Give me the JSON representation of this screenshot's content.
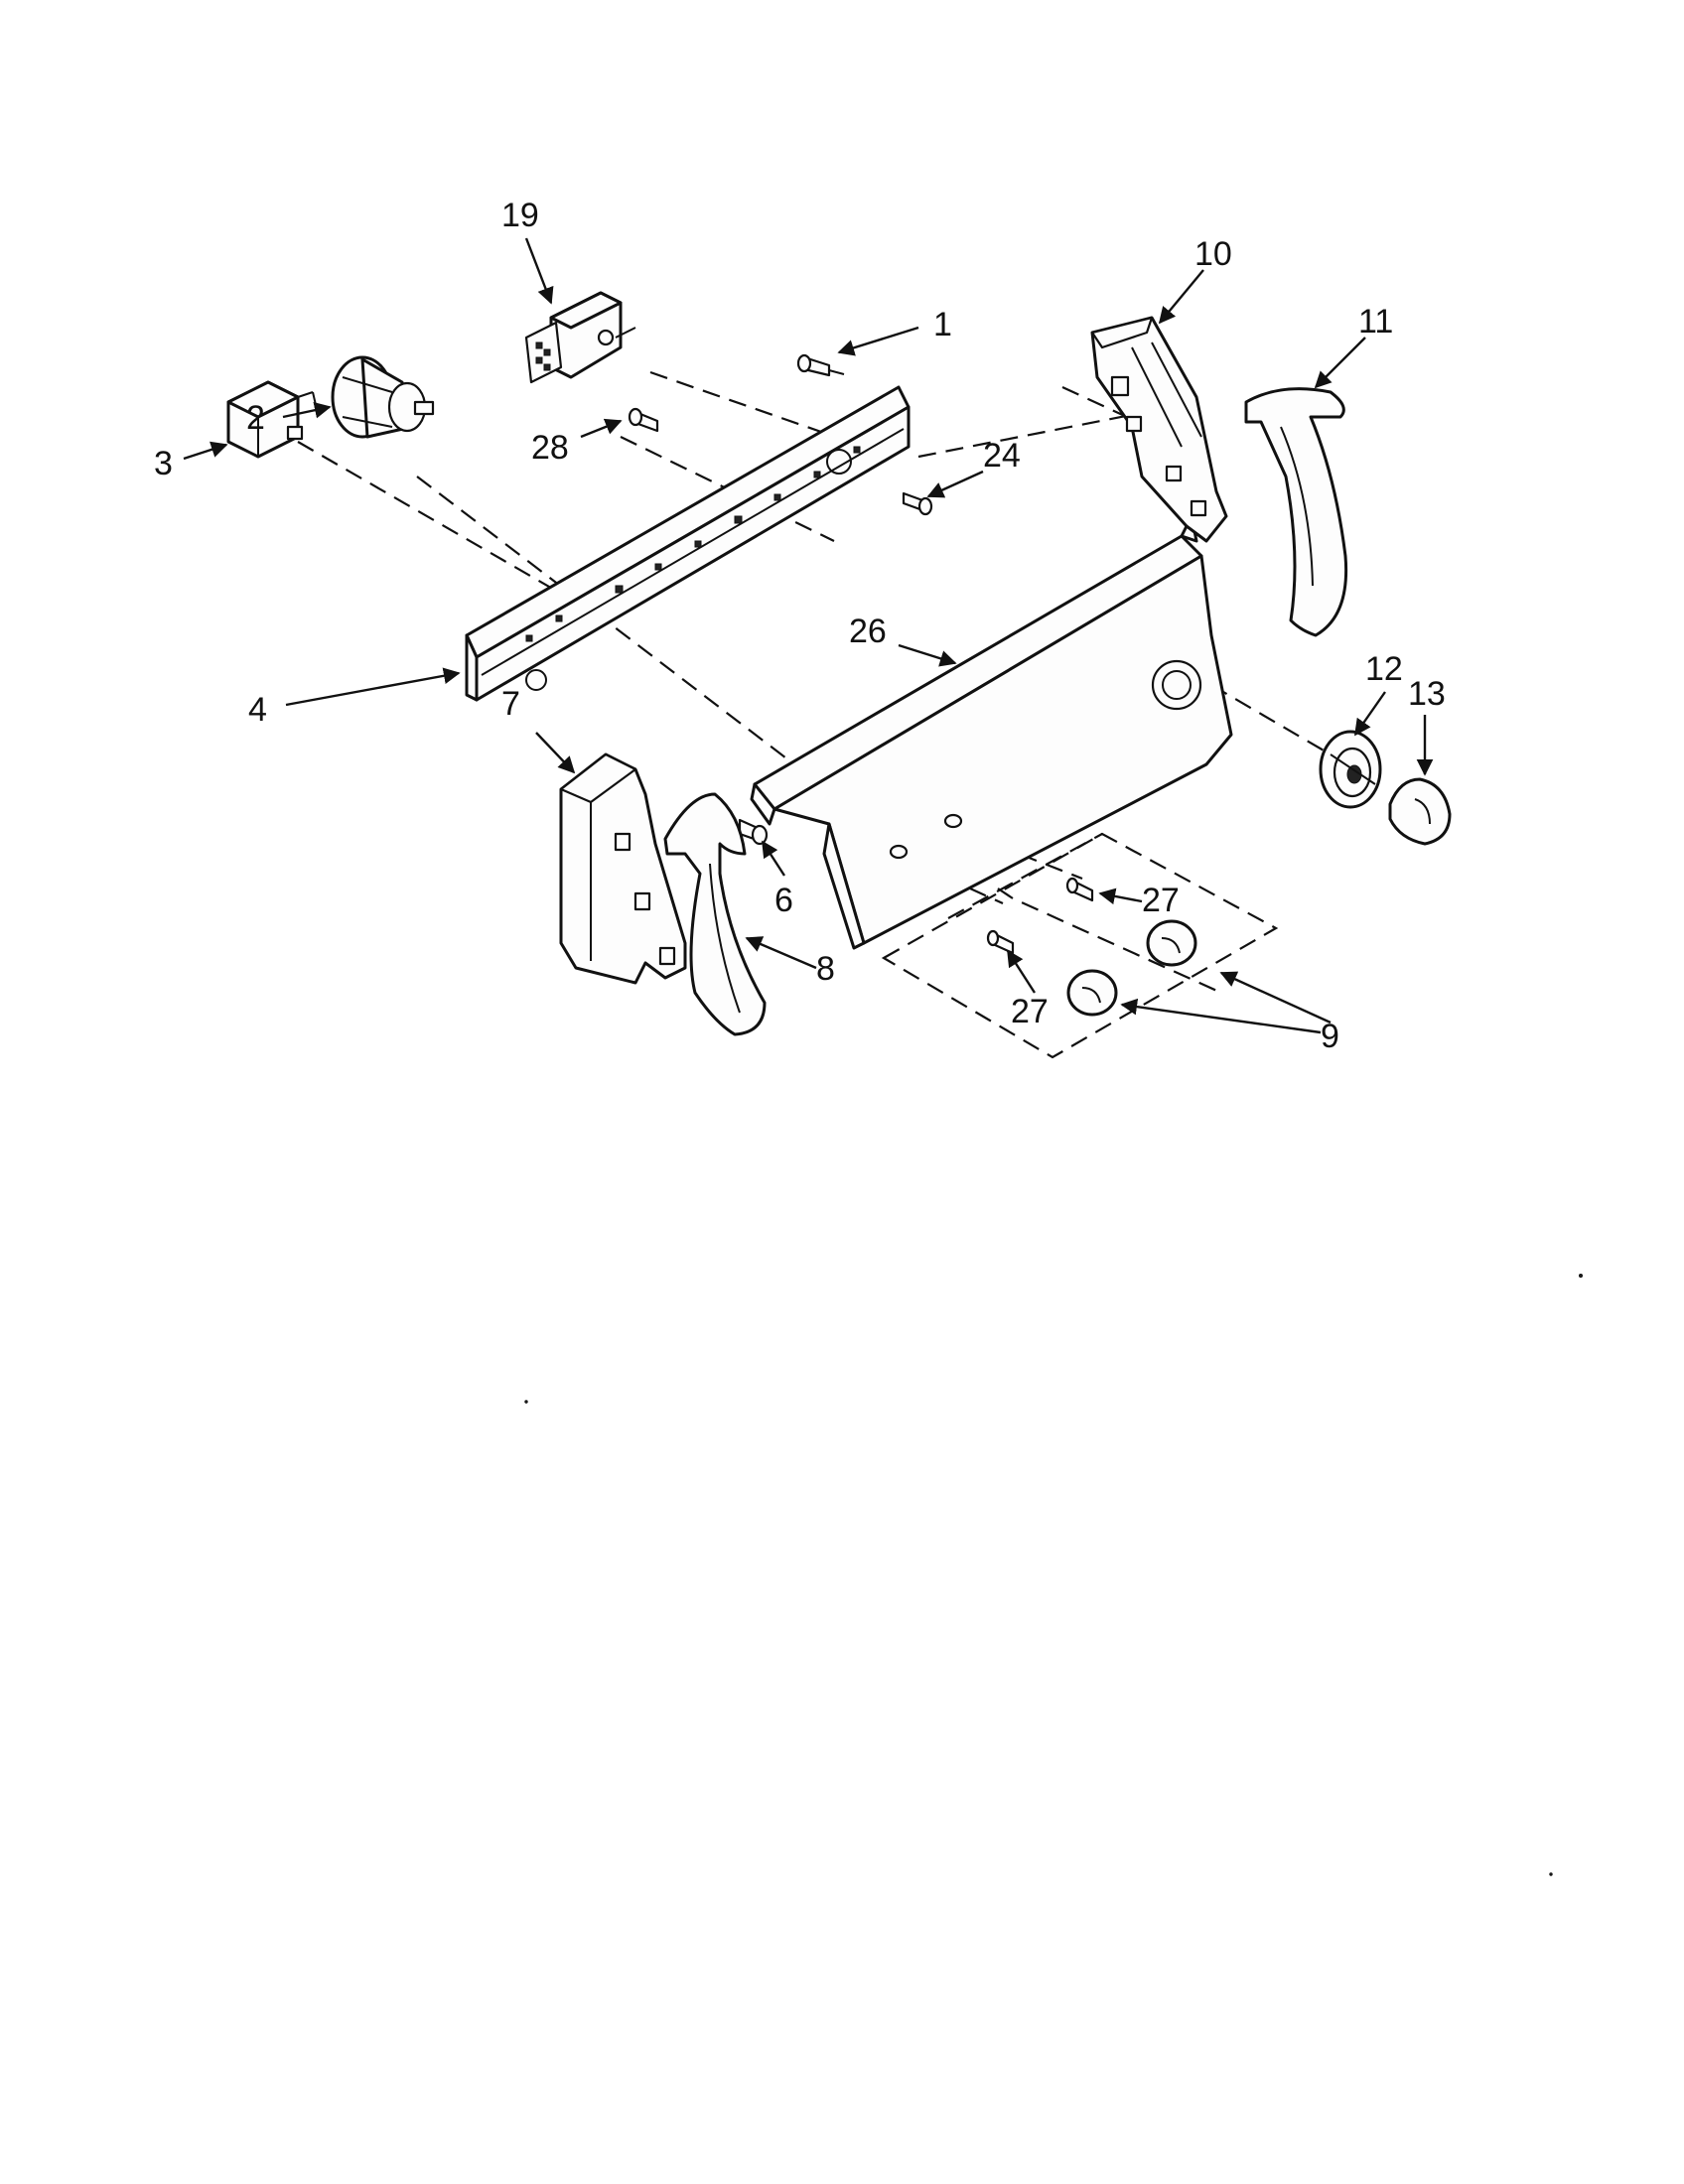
{
  "callouts": [
    {
      "id": "1",
      "label": "1"
    },
    {
      "id": "2",
      "label": "2"
    },
    {
      "id": "3",
      "label": "3"
    },
    {
      "id": "4",
      "label": "4"
    },
    {
      "id": "6",
      "label": "6"
    },
    {
      "id": "7",
      "label": "7"
    },
    {
      "id": "8",
      "label": "8"
    },
    {
      "id": "9",
      "label": "9"
    },
    {
      "id": "10",
      "label": "10"
    },
    {
      "id": "11",
      "label": "11"
    },
    {
      "id": "12",
      "label": "12"
    },
    {
      "id": "13",
      "label": "13"
    },
    {
      "id": "19",
      "label": "19"
    },
    {
      "id": "24",
      "label": "24"
    },
    {
      "id": "26",
      "label": "26"
    },
    {
      "id": "27a",
      "label": "27"
    },
    {
      "id": "27b",
      "label": "27"
    },
    {
      "id": "28",
      "label": "28"
    }
  ]
}
